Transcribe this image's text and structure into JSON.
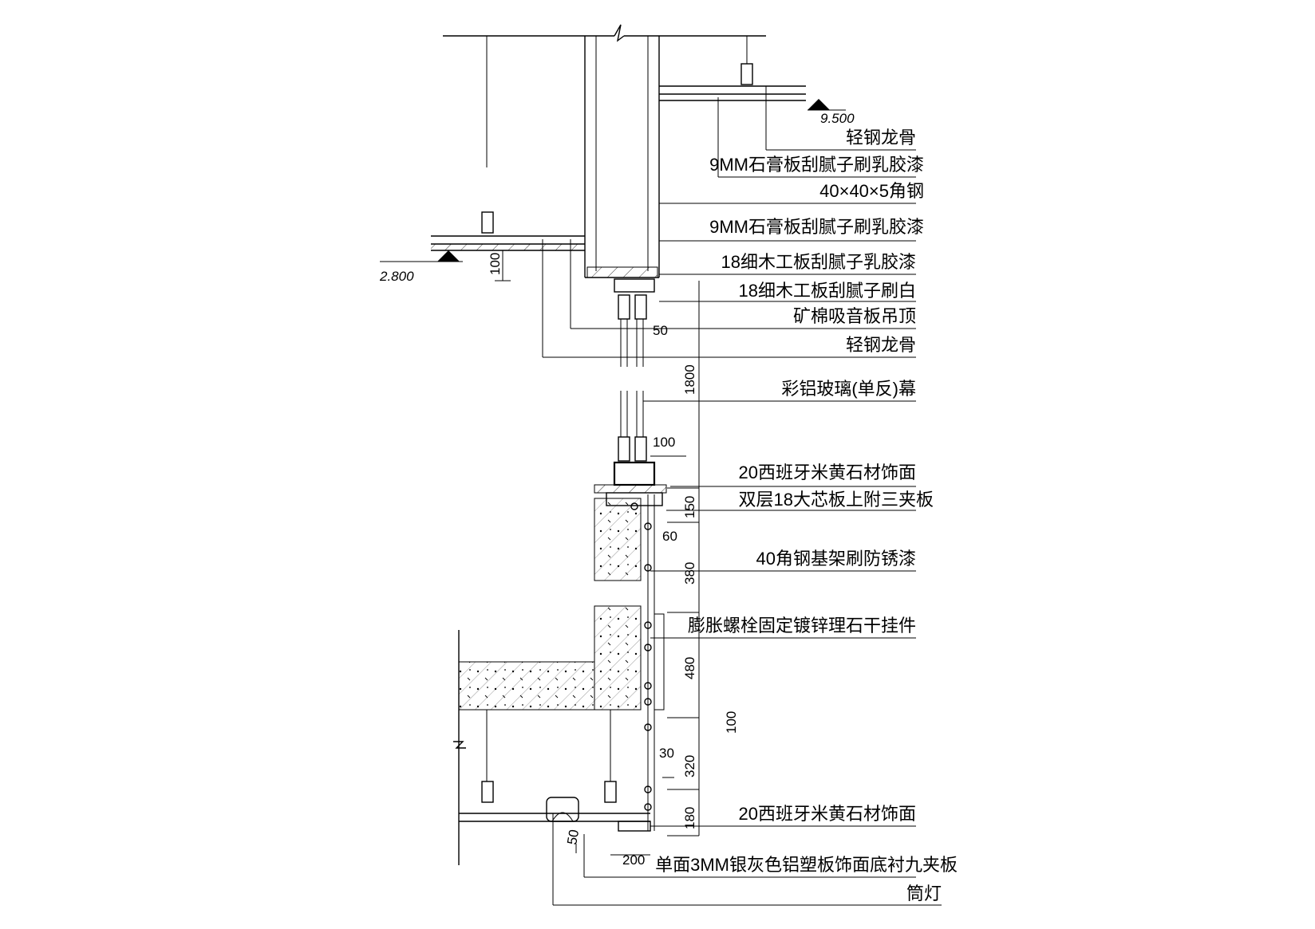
{
  "levels": {
    "top": "9.500",
    "bottom": "2.800"
  },
  "callouts": [
    "轻钢龙骨",
    "9MM石膏板刮腻子刷乳胶漆",
    "40×40×5角钢",
    "9MM石膏板刮腻子刷乳胶漆",
    "18细木工板刮腻子乳胶漆",
    "18细木工板刮腻子刷白",
    "矿棉吸音板吊顶",
    "轻钢龙骨",
    "彩铝玻璃(单反)幕",
    "20西班牙米黄石材饰面",
    "双层18大芯板上附三夹板",
    "40角钢基架刷防锈漆",
    "膨胀螺栓固定镀锌理石干挂件",
    "20西班牙米黄石材饰面",
    "单面3MM银灰色铝塑板饰面底衬九夹板",
    "筒灯"
  ],
  "dimensions": {
    "ceiling_drop": "100",
    "d50_top": "50",
    "d1800": "1800",
    "d100_mid": "100",
    "d150": "150",
    "d60": "60",
    "d380": "380",
    "d480": "480",
    "d100_total": "100",
    "d30": "30",
    "d320": "320",
    "d180": "180",
    "d50_bottom": "50",
    "d200": "200"
  }
}
